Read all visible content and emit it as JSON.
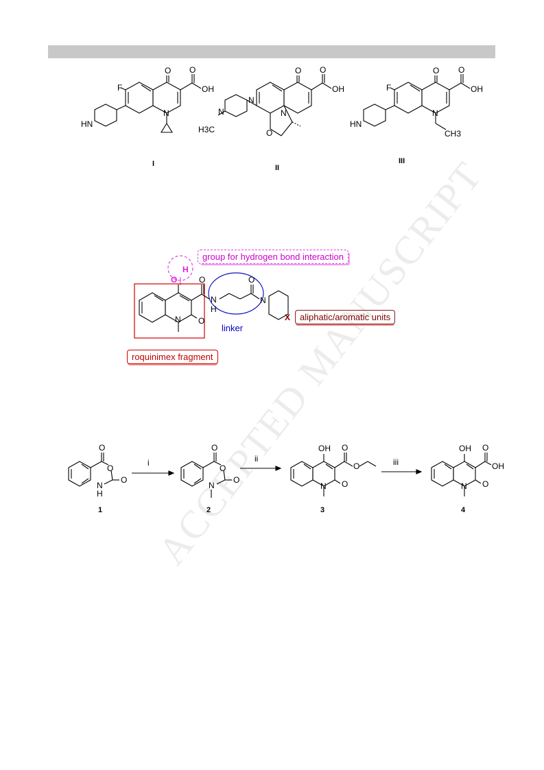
{
  "header": {
    "bar_color": "#c8c8c8"
  },
  "watermark": {
    "text": "ACCEPTED MANUSCRIPT"
  },
  "figure1": {
    "labels": [
      "I",
      "II",
      "III"
    ],
    "atoms": {
      "F": "F",
      "O": "O",
      "OH": "OH",
      "N": "N",
      "HN": "HN",
      "H3C": "H3C",
      "CH3": "CH3"
    }
  },
  "figure2": {
    "callout_hbond": "group for hydrogen bond interaction",
    "callout_units": "aliphatic/aromatic units",
    "callout_fragment": "roquinimex fragment",
    "linker": "linker",
    "atoms": {
      "O": "O",
      "H": "H",
      "N": "N",
      "NH_N": "N",
      "NH_H": "H",
      "X": "X"
    }
  },
  "scheme": {
    "compounds": [
      "1",
      "2",
      "3",
      "4"
    ],
    "steps": [
      "i",
      "ii",
      "iii"
    ],
    "atoms": {
      "O": "O",
      "N": "N",
      "H": "H",
      "OH": "OH"
    }
  }
}
